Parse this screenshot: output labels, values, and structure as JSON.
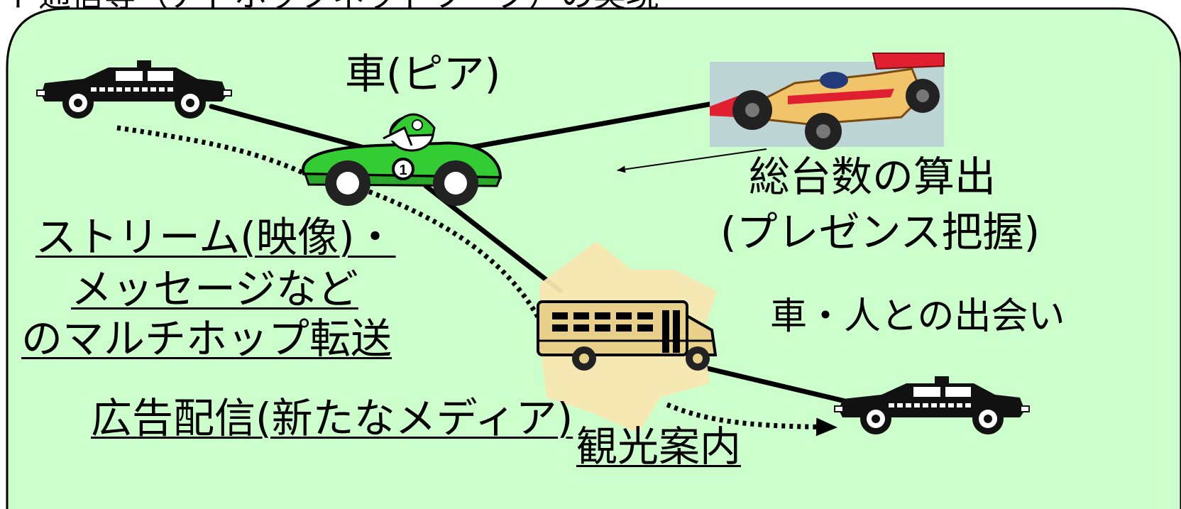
{
  "header_fragment": "ト通信等（アドホックネットワーク）の実現",
  "peer_label": "車(ピア)",
  "count_label": {
    "line1": "総台数の算出",
    "line2": "(プレゼンス把握)"
  },
  "stream_label": {
    "line1": "ストリーム(映像)・",
    "line2": "メッセージなど",
    "line3": "のマルチホップ転送"
  },
  "ad_label": "広告配信(新たなメディア)",
  "tourism_label": "観光案内",
  "encounter_label": "車・人との出会い",
  "colors": {
    "panel_bg": "#ccffcc",
    "green_car": "#33cc33",
    "bus_body": "#e8cf8a",
    "race_car": "#f2c46a",
    "race_car_red": "#e02030",
    "race_bg": "#bcd4d4",
    "burst": "#f7e7b0"
  },
  "icons": [
    "taxi-icon",
    "green-race-car-icon",
    "formula-car-icon",
    "school-bus-icon",
    "taxi-icon"
  ]
}
